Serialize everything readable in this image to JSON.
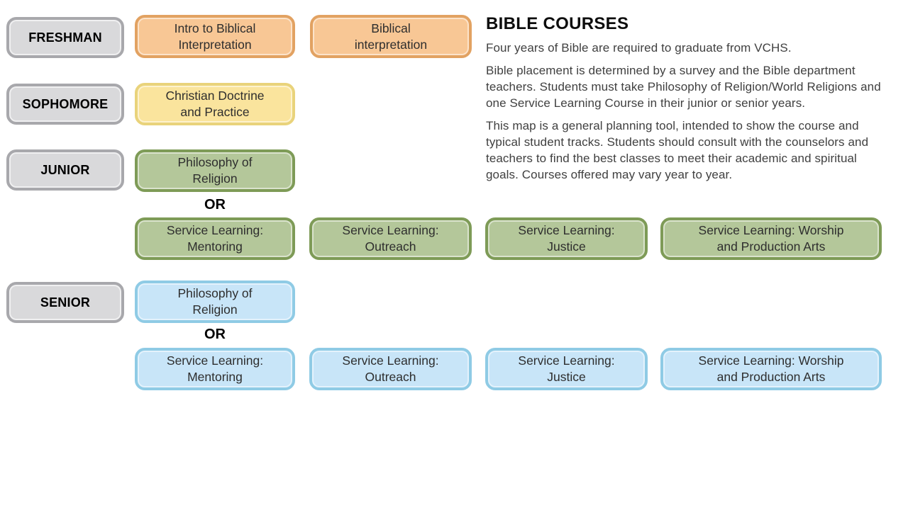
{
  "palette": {
    "grade_fill": "#D9D9DB",
    "grade_border": "#A8A8AC",
    "freshman_fill": "#F8C795",
    "freshman_border": "#E2A262",
    "sophomore_fill": "#FAE49D",
    "sophomore_border": "#E9D37B",
    "junior_fill": "#B4C79A",
    "junior_border": "#7E9B57",
    "senior_fill": "#C8E5F8",
    "senior_border": "#8FCBE5"
  },
  "grades": {
    "freshman": "FRESHMAN",
    "sophomore": "SOPHOMORE",
    "junior": "JUNIOR",
    "senior": "SENIOR"
  },
  "courses": {
    "freshman": [
      "Intro to Biblical\nInterpretation",
      "Biblical\ninterpretation"
    ],
    "sophomore": [
      "Christian Doctrine\nand Practice"
    ],
    "junior": {
      "primary": "Philosophy of\nReligion",
      "or": "OR",
      "service": [
        "Service Learning:\nMentoring",
        "Service Learning:\nOutreach",
        "Service Learning:\nJustice",
        "Service Learning: Worship\nand Production Arts"
      ]
    },
    "senior": {
      "primary": "Philosophy of\nReligion",
      "or": "OR",
      "service": [
        "Service Learning:\nMentoring",
        "Service Learning:\nOutreach",
        "Service Learning:\nJustice",
        "Service Learning: Worship\nand Production Arts"
      ]
    }
  },
  "info": {
    "title": "BIBLE COURSES",
    "paragraphs": [
      "Four years of Bible are required to graduate from VCHS.",
      "Bible placement is determined by a survey and the Bible department teachers. Students must take Philosophy of Religion/World Religions and one Service Learning Course in their junior or senior years.",
      "This map is a general planning tool, intended to show the course and typical student tracks. Students should consult with the counselors and teachers to find the best classes to meet their academic and spiritual goals. Courses offered may vary year to year."
    ]
  }
}
